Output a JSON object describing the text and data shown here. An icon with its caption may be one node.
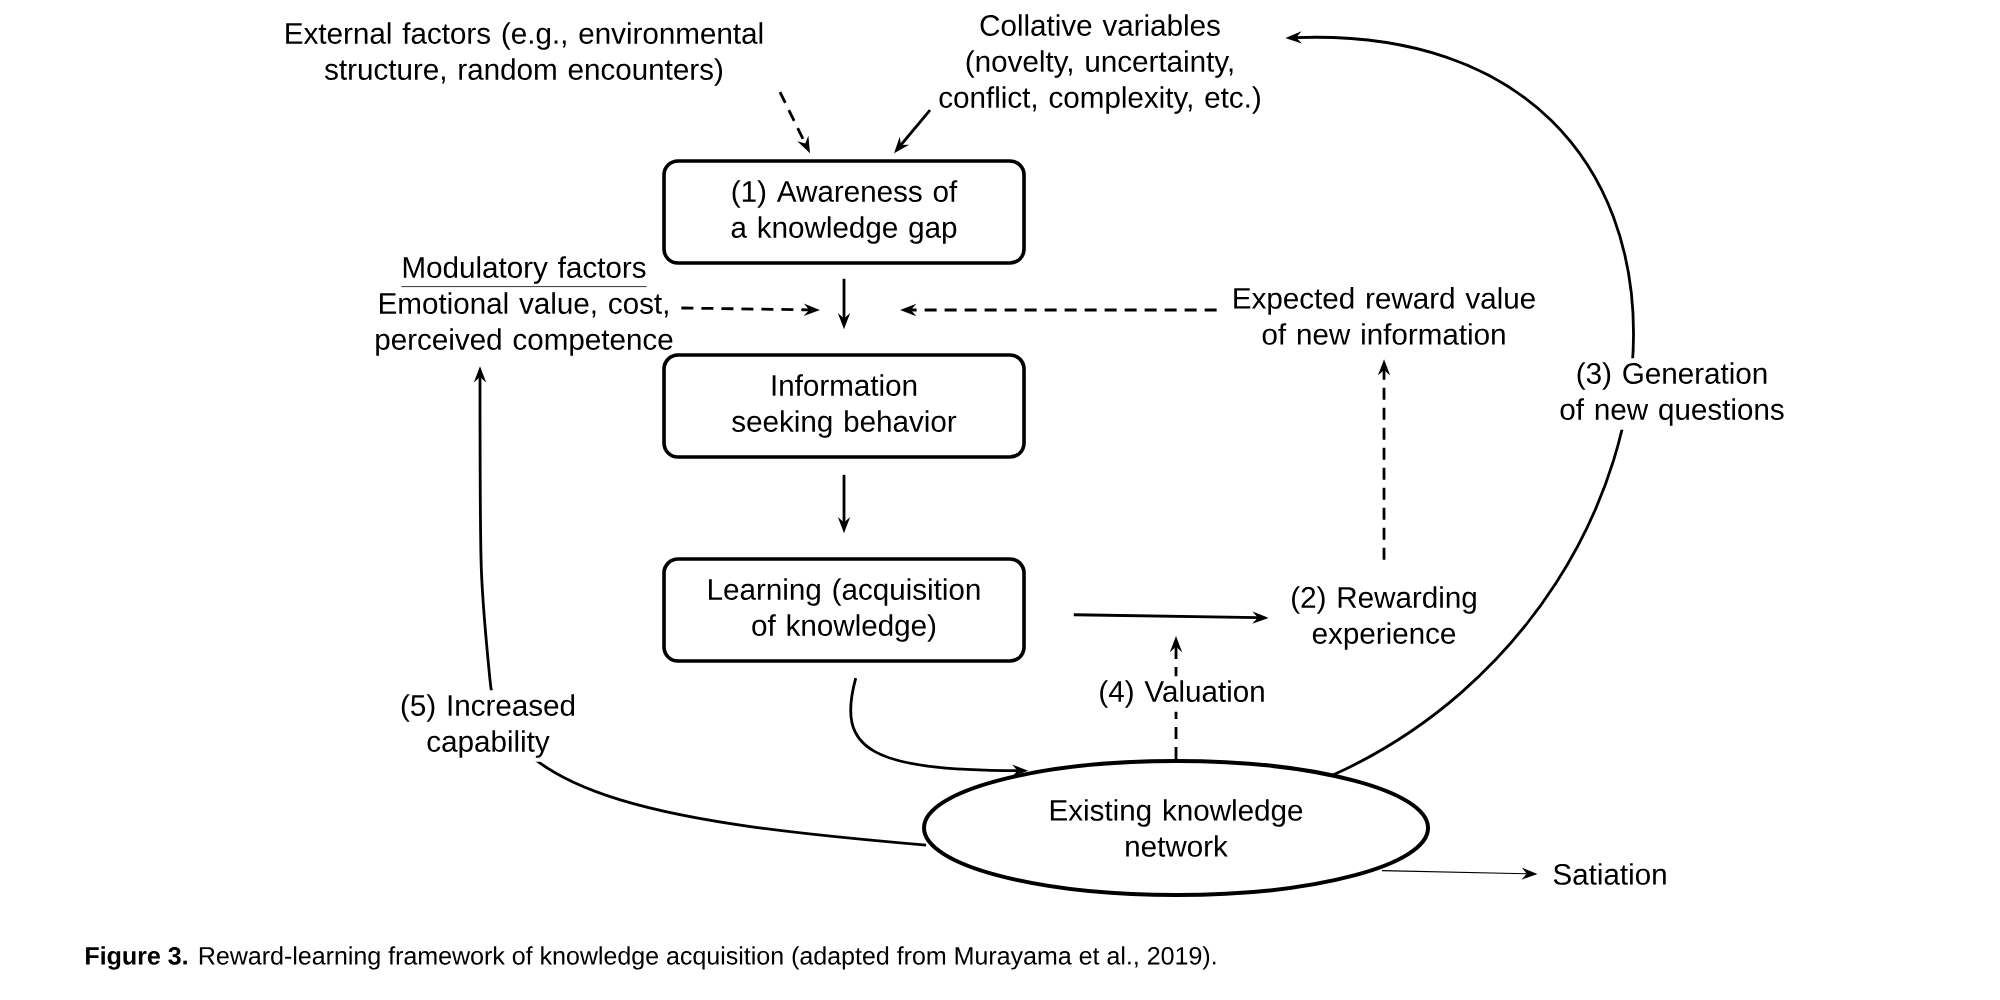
{
  "diagram": {
    "caption": "**Figure 3.** Reward-learning framework of knowledge acquisition (adapted from Murayama et al., 2019).",
    "nodes": [
      {
        "text": [
          "External factors (e.g., environmental structure, random encounters)"
        ]
      },
      {
        "text": [
          "Collative variables (novelty, uncertainty, conflict, complexity, etc.)"
        ]
      },
      {
        "text": [
          "(1) Awareness of a knowledge gap"
        ]
      },
      {
        "text": [
          "Modulatory factors",
          "Emotional value, cost, perceived competence"
        ]
      },
      {
        "text": [
          "Information seeking behavior"
        ]
      },
      {
        "text": [
          "Expected reward value of new information"
        ]
      },
      {
        "text": [
          "Learning (acquisition of knowledge)"
        ]
      },
      {
        "text": [
          "(2) Rewarding experience"
        ]
      },
      {
        "text": [
          "Existing knowledge network"
        ]
      },
      {
        "text": [
          "Satiation"
        ]
      }
    ],
    "edges": [
      {
        "from": 0,
        "to": 2,
        "arrow": "to",
        "style": "dashed"
      },
      {
        "from": 1,
        "to": 2,
        "arrow": "to"
      },
      {
        "from": 2,
        "to": 4,
        "arrow": "to"
      },
      {
        "from": 3,
        "to": null,
        "arrow": "to",
        "style": "dashed"
      },
      {
        "from": 5,
        "to": null,
        "arrow": "to",
        "style": "dashed"
      },
      {
        "from": 4,
        "to": 6,
        "arrow": "to"
      },
      {
        "from": 6,
        "to": 7,
        "arrow": "to"
      },
      {
        "from": 7,
        "to": 5,
        "arrow": "to",
        "style": "dashed"
      },
      {
        "from": 6,
        "to": 8,
        "arrow": "to"
      },
      {
        "from": 8,
        "to": null,
        "arrow": "to",
        "style": "dashed",
        "label": "(4) Valuation"
      },
      {
        "from": 8,
        "to": 1,
        "arrow": "to",
        "label": "(3) Generation of new questions"
      },
      {
        "from": 8,
        "to": 3,
        "arrow": "to",
        "label": "(5) Increased capability"
      },
      {
        "from": 8,
        "to": 9,
        "arrow": "to"
      }
    ]
  }
}
